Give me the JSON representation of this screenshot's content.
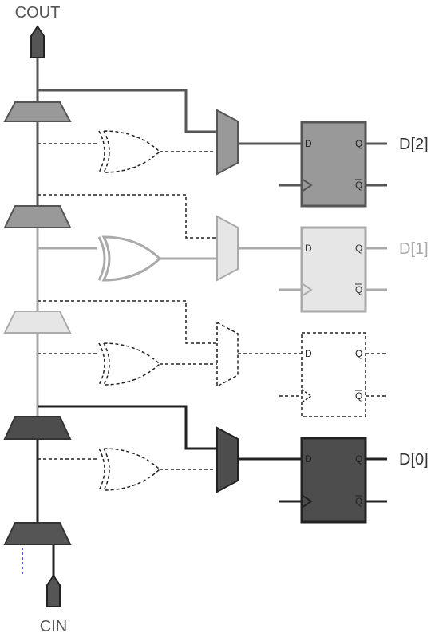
{
  "ports": {
    "cout": "COUT",
    "cin": "CIN"
  },
  "outputs": {
    "d2": "D[2]",
    "d1": "D[1]",
    "d0": "D[0]"
  },
  "ff_pins": {
    "d": "D",
    "q": "Q",
    "qbar": "Q"
  },
  "colors": {
    "bit2": "#999999",
    "bit2_stroke": "#555555",
    "bit1": "#e6e6e6",
    "bit1_stroke": "#aaaaaa",
    "bit0": "#4d4d4d",
    "bit0_stroke": "#333333",
    "wire_dark": "#222222",
    "wire_mid": "#555555",
    "wire_light": "#aaaaaa",
    "cin_tap": "#1f1fb0"
  }
}
